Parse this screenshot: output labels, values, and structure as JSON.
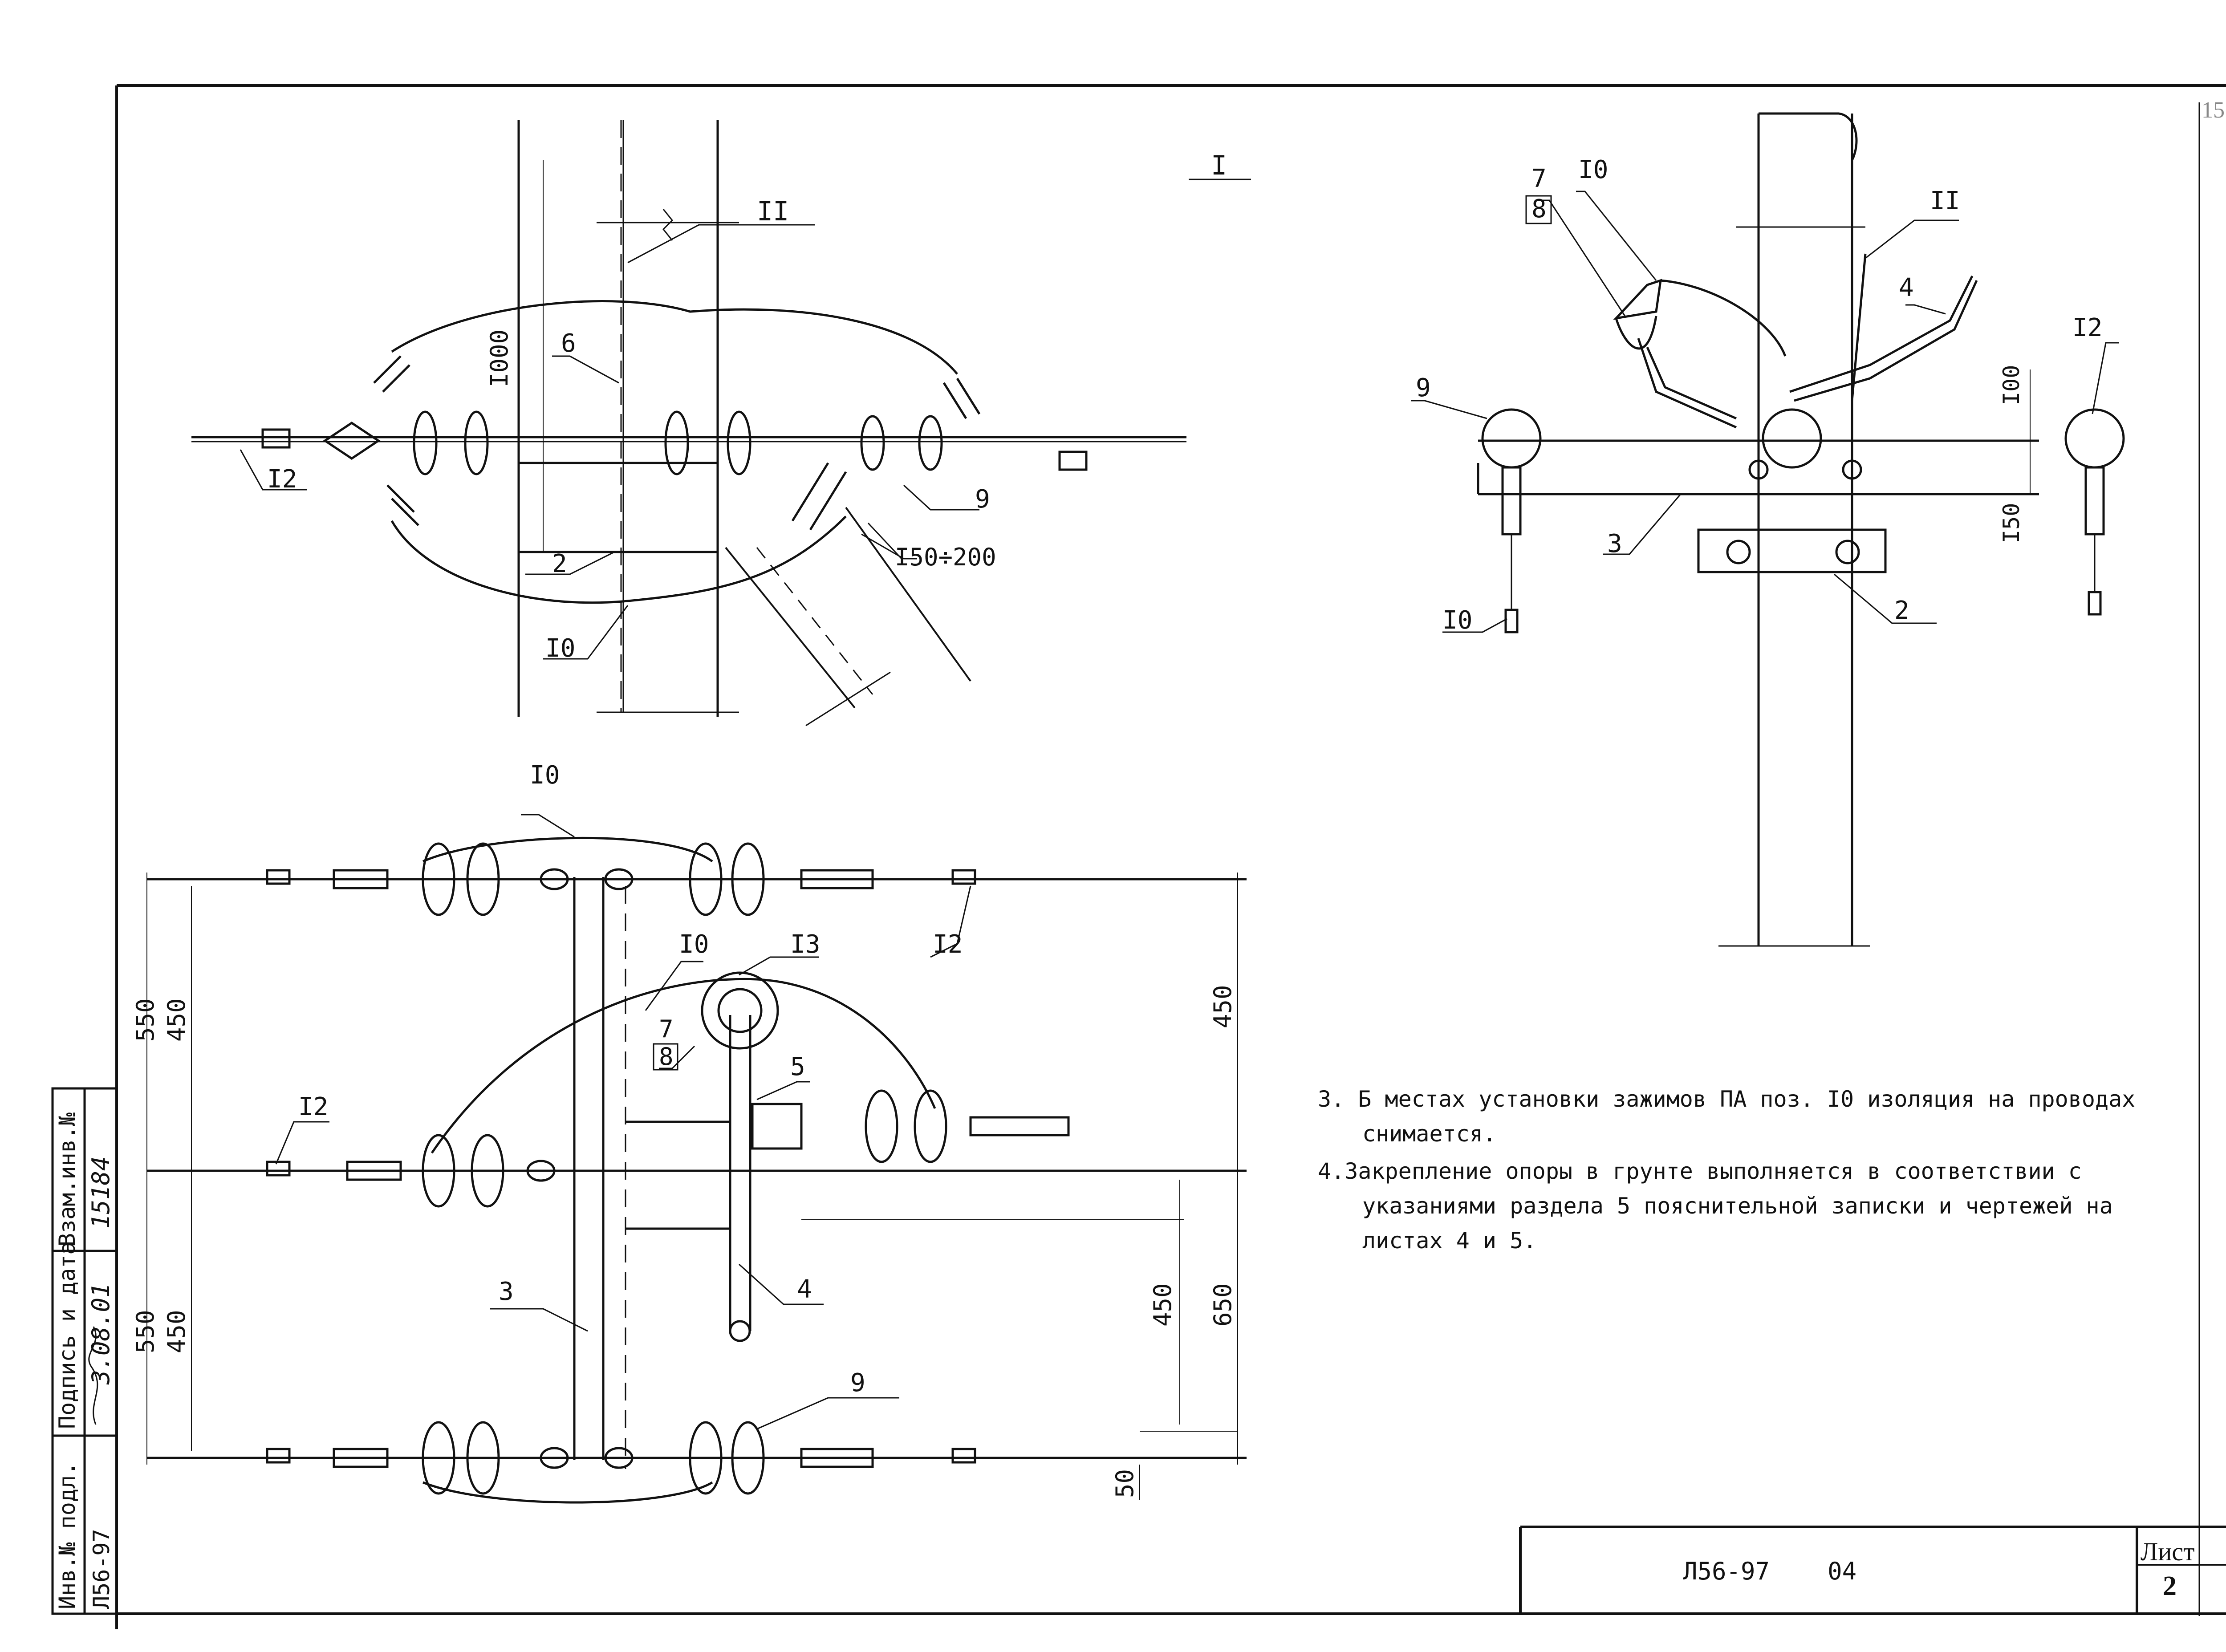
{
  "sheet": {
    "code": "Л56-97",
    "sheet_no": "04",
    "sheet_label": "Лист",
    "sheet_number": "2",
    "page_mark": "15"
  },
  "stamp": {
    "col1_title": "Инв.№ подл.",
    "col1_value": "Л56-97",
    "col2_title": "Подпись и дата",
    "col2_value": "3.08.01",
    "col3_title": "Взам.инв.№",
    "col3_value": "15184"
  },
  "views": {
    "view_label": "I",
    "top_left": {
      "callouts": [
        "II",
        "6",
        "I000",
        "2",
        "I0",
        "I2",
        "9",
        "I50÷200"
      ]
    },
    "top_right": {
      "callouts": [
        "7",
        "8",
        "I0",
        "II",
        "4",
        "I2",
        "9",
        "I00",
        "I50",
        "3",
        "2",
        "I0"
      ]
    },
    "plan": {
      "callouts": [
        "I0",
        "I0",
        "I3",
        "7",
        "8",
        "5",
        "I2",
        "I2",
        "3",
        "4",
        "9"
      ],
      "dims_left": [
        "550",
        "450",
        "550",
        "450"
      ],
      "dims_right": [
        "450",
        "450",
        "650",
        "50"
      ]
    }
  },
  "notes": {
    "n3_num": "3.",
    "n3_line1": "Б местах установки зажимов ПА поз. I0 изоляция на проводах",
    "n3_line2": "снимается.",
    "n4_num": "4.",
    "n4_line1": "Закрепление опоры в грунте выполняется в соответствии с",
    "n4_line2": "указаниями раздела 5 пояснительной записки и чертежей на",
    "n4_line3": "листах 4 и 5."
  }
}
